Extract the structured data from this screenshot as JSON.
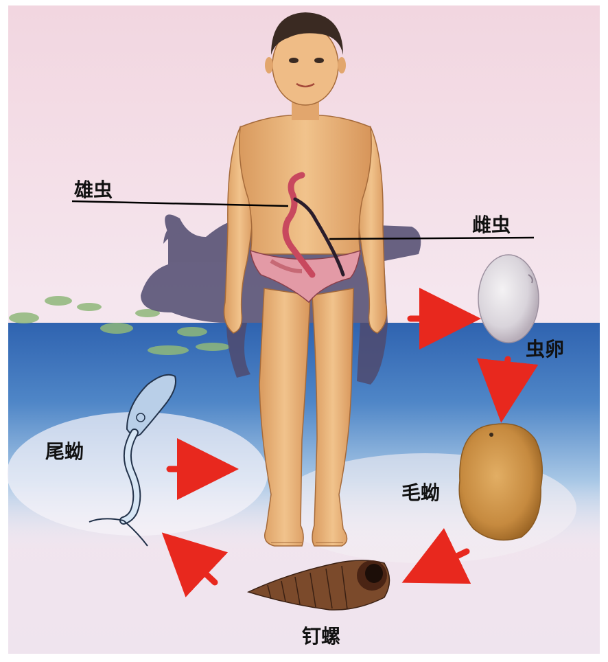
{
  "labels": {
    "male_worm": "雄虫",
    "female_worm": "雌虫",
    "egg": "虫卵",
    "miracidium": "毛蚴",
    "snail": "钉螺",
    "cercaria": "尾蚴"
  },
  "colors": {
    "background_pink": "#f3d9e2",
    "water_blue": "#3d6fb8",
    "skin": "#e9b47a",
    "arrow_red": "#e8281e",
    "male_worm": "#c8485e",
    "female_worm": "#2a1d2b",
    "snail_brown": "#6a3f25",
    "miracidium_orange": "#c98d44"
  },
  "icons": [
    "boy-figure",
    "water-buffalo-silhouette",
    "egg-icon",
    "miracidium-icon",
    "snail-icon",
    "cercaria-icon",
    "red-arrow"
  ]
}
